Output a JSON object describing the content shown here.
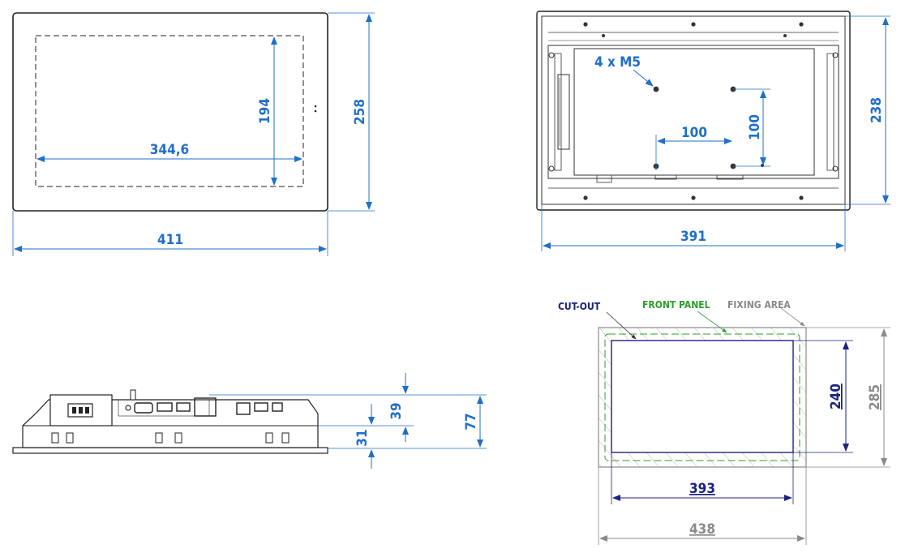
{
  "front_view": {
    "width": "411",
    "height": "258",
    "screen_width": "344,6",
    "screen_height": "194"
  },
  "rear_view": {
    "width": "391",
    "height": "238",
    "vesa_h": "100",
    "vesa_v": "100",
    "screws": "4 x M5"
  },
  "side_view": {
    "depth_total": "77",
    "depth_upper": "39",
    "depth_lower": "31"
  },
  "cutout_view": {
    "cutout_label": "CUT-OUT",
    "front_panel_label": "FRONT PANEL",
    "fixing_area_label": "FIXING AREA",
    "cutout_width": "393",
    "cutout_height": "240",
    "fixing_width": "438",
    "fixing_height": "285"
  },
  "colors": {
    "dimension": "#1f6fc9",
    "cutout": "#1a237e",
    "front_panel": "#2e9e2e",
    "fixing_area": "#8a8a8a"
  }
}
